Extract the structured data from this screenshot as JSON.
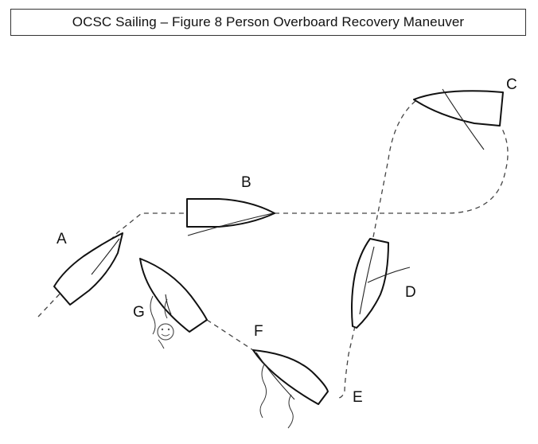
{
  "title": "OCSC Sailing – Figure 8 Person Overboard Recovery Maneuver",
  "labels": {
    "a": "A",
    "b": "B",
    "c": "C",
    "d": "D",
    "e": "E",
    "f": "F",
    "g": "G"
  }
}
